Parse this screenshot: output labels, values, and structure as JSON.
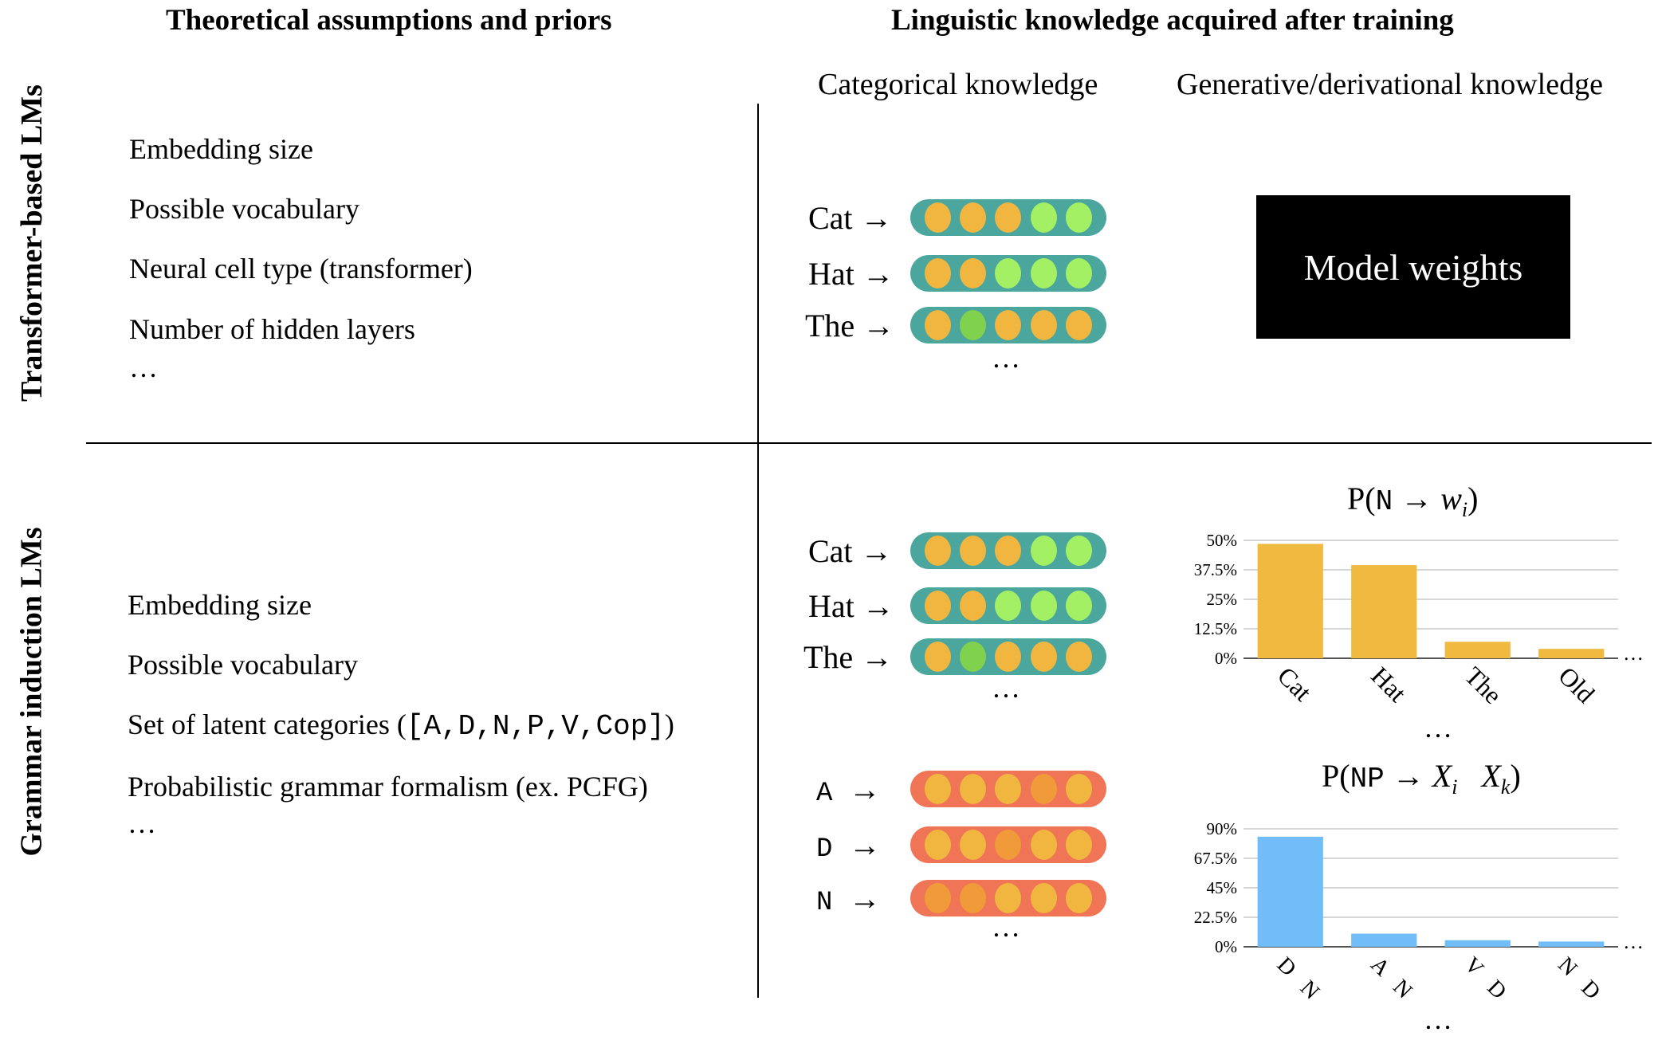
{
  "headers": {
    "left": "Theoretical assumptions and priors",
    "right": "Linguistic knowledge acquired after training",
    "categorical": "Categorical knowledge",
    "generative": "Generative/derivational knowledge"
  },
  "rows": {
    "transformer_label": "Transformer-based LMs",
    "grammar_label": "Grammar induction LMs"
  },
  "transformer_priors": [
    "Embedding size",
    "Possible vocabulary",
    "Neural cell type (transformer)",
    "Number of hidden layers",
    "…"
  ],
  "grammar_priors": {
    "p1": "Embedding size",
    "p2": "Possible vocabulary",
    "p3_prefix": "Set of latent categories (",
    "p3_mono": "[A,D,N,P,V,Cop]",
    "p3_suffix": ")",
    "p4": "Probabilistic grammar formalism (ex. PCFG)",
    "ellipsis": "…"
  },
  "arrow": "→",
  "ellipsis": "…",
  "word_embeddings_top": [
    {
      "word": "Cat",
      "dots": [
        "#f0b640",
        "#f0b640",
        "#f0b640",
        "#a4f064",
        "#a4f064"
      ]
    },
    {
      "word": "Hat",
      "dots": [
        "#f0b640",
        "#f0b640",
        "#a4f064",
        "#a4f064",
        "#a4f064"
      ]
    },
    {
      "word": "The",
      "dots": [
        "#f0b640",
        "#7fd14e",
        "#f0b640",
        "#f0b640",
        "#f0b640"
      ]
    }
  ],
  "word_embeddings_bottom": [
    {
      "word": "Cat",
      "dots": [
        "#f0b640",
        "#f0b640",
        "#f0b640",
        "#a4f064",
        "#a4f064"
      ]
    },
    {
      "word": "Hat",
      "dots": [
        "#f0b640",
        "#f0b640",
        "#a4f064",
        "#a4f064",
        "#a4f064"
      ]
    },
    {
      "word": "The",
      "dots": [
        "#f0b640",
        "#7fd14e",
        "#f0b640",
        "#f0b640",
        "#f0b640"
      ]
    }
  ],
  "category_embeddings": [
    {
      "cat": "A",
      "dots": [
        "#f0b640",
        "#f0b640",
        "#f0b640",
        "#f09a3a",
        "#f0b640"
      ]
    },
    {
      "cat": "D",
      "dots": [
        "#f0b640",
        "#f0b640",
        "#f09a3a",
        "#f0b640",
        "#f0b640"
      ]
    },
    {
      "cat": "N",
      "dots": [
        "#f09a3a",
        "#f09a3a",
        "#f0b640",
        "#f0b640",
        "#f0b640"
      ]
    }
  ],
  "colors": {
    "word_pill": "#4ba79d",
    "category_pill": "#ef7556",
    "emission_bars": "#f0b940",
    "rule_bars": "#70bdf7"
  },
  "model_weights": "Model weights",
  "chart_data": [
    {
      "type": "bar",
      "title_prefix": "P(",
      "title_mono": "N",
      "title_arrow": "→",
      "title_var": "w",
      "title_sub": "i",
      "title_suffix": ")",
      "categories": [
        "Cat",
        "Hat",
        "The",
        "Old"
      ],
      "values": [
        48.5,
        39.5,
        7,
        4
      ],
      "ylim": [
        0,
        50
      ],
      "yticks": [
        "0%",
        "12.5%",
        "25%",
        "37.5%",
        "50%"
      ],
      "grid": true,
      "trailing": "…",
      "more": "…"
    },
    {
      "type": "bar",
      "title_prefix": "P(",
      "title_mono": "NP",
      "title_arrow": "→",
      "title_var1": "X",
      "title_sub1": "i",
      "title_var2": "X",
      "title_sub2": "k",
      "title_suffix": ")",
      "categories": [
        "D N",
        "A N",
        "V D",
        "N D"
      ],
      "values": [
        84,
        10,
        5,
        4
      ],
      "ylim": [
        0,
        90
      ],
      "yticks": [
        "0%",
        "22.5%",
        "45%",
        "67.5%",
        "90%"
      ],
      "grid": true,
      "trailing": "…",
      "more": "…"
    }
  ]
}
